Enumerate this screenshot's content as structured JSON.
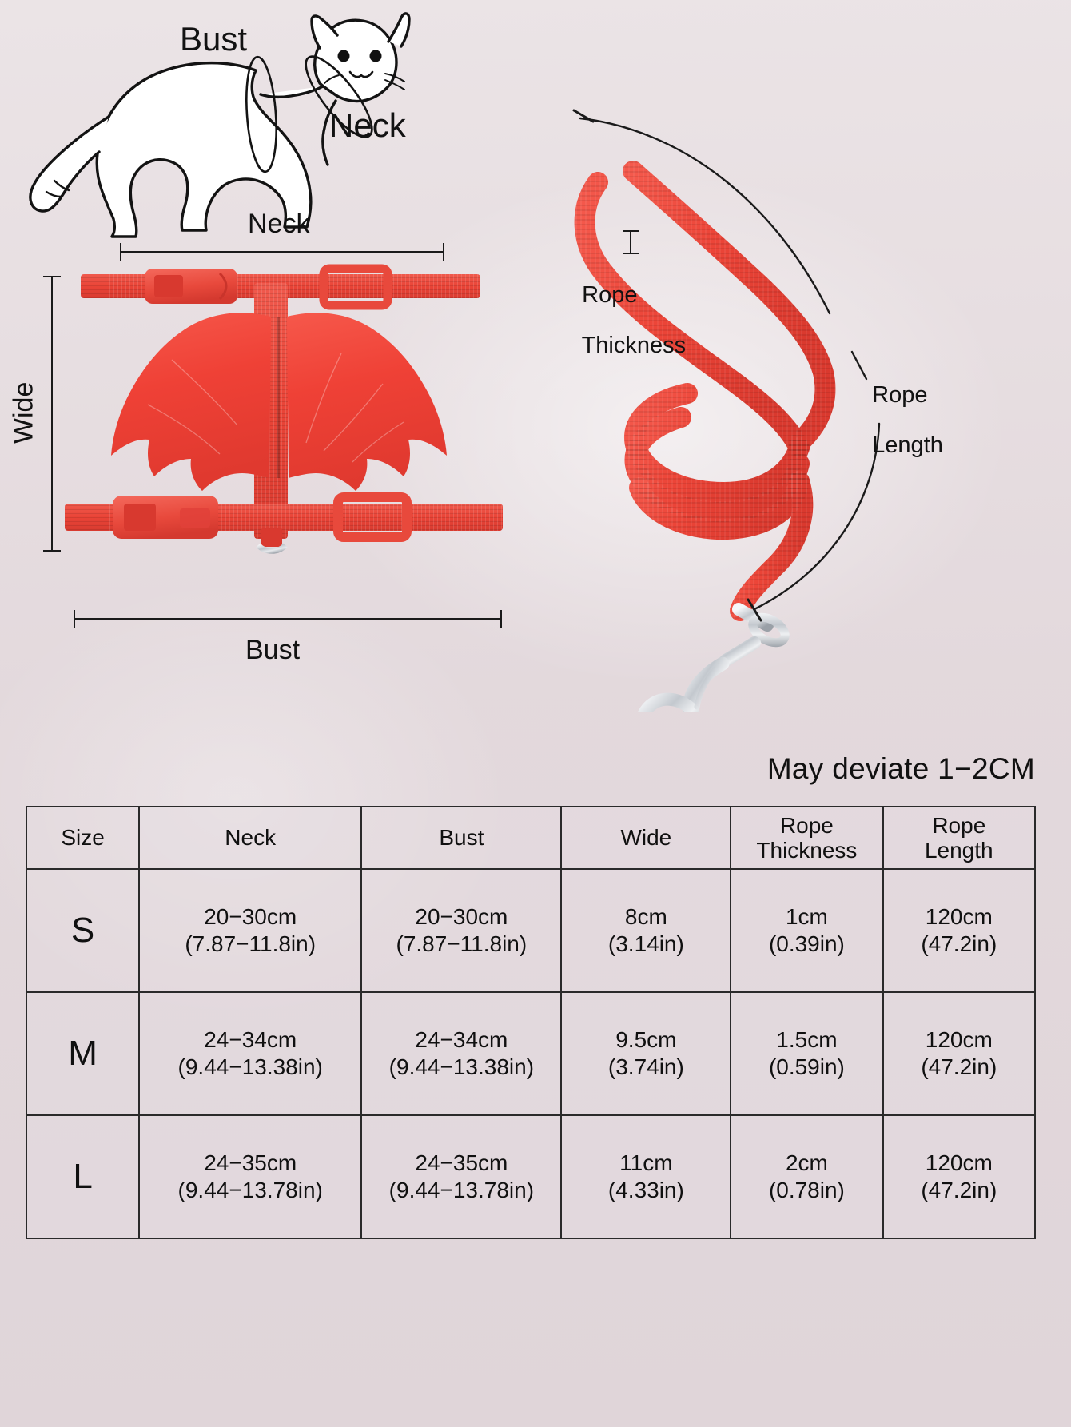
{
  "colors": {
    "background": "#e3dadd",
    "strap_red": "#ef4136",
    "strap_red_dark": "#d8352c",
    "line_black": "#1a1a1a",
    "metal_silver": "#c9ccd1"
  },
  "cat_diagram": {
    "bust_label": "Bust",
    "neck_label": "Neck"
  },
  "harness_diagram": {
    "neck_label": "Neck",
    "bust_label": "Bust",
    "wide_label": "Wide"
  },
  "leash_diagram": {
    "rope_thickness_label": "Rope\nThickness",
    "rope_thickness_line1": "Rope",
    "rope_thickness_line2": "Thickness",
    "rope_length_line1": "Rope",
    "rope_length_line2": "Length"
  },
  "note": {
    "deviation": "May deviate 1−2CM"
  },
  "table": {
    "headers": [
      {
        "line1": "Size",
        "line2": ""
      },
      {
        "line1": "Neck",
        "line2": ""
      },
      {
        "line1": "Bust",
        "line2": ""
      },
      {
        "line1": "Wide",
        "line2": ""
      },
      {
        "line1": "Rope",
        "line2": "Thickness"
      },
      {
        "line1": "Rope",
        "line2": "Length"
      }
    ],
    "rows": [
      {
        "size": "S",
        "neck_cm": "20−30cm",
        "neck_in": "(7.87−11.8in)",
        "bust_cm": "20−30cm",
        "bust_in": "(7.87−11.8in)",
        "wide_cm": "8cm",
        "wide_in": "(3.14in)",
        "thick_cm": "1cm",
        "thick_in": "(0.39in)",
        "length_cm": "120cm",
        "length_in": "(47.2in)"
      },
      {
        "size": "M",
        "neck_cm": "24−34cm",
        "neck_in": "(9.44−13.38in)",
        "bust_cm": "24−34cm",
        "bust_in": "(9.44−13.38in)",
        "wide_cm": "9.5cm",
        "wide_in": "(3.74in)",
        "thick_cm": "1.5cm",
        "thick_in": "(0.59in)",
        "length_cm": "120cm",
        "length_in": "(47.2in)"
      },
      {
        "size": "L",
        "neck_cm": "24−35cm",
        "neck_in": "(9.44−13.78in)",
        "bust_cm": "24−35cm",
        "bust_in": "(9.44−13.78in)",
        "wide_cm": "11cm",
        "wide_in": "(4.33in)",
        "thick_cm": "2cm",
        "thick_in": "(0.78in)",
        "length_cm": "120cm",
        "length_in": "(47.2in)"
      }
    ]
  }
}
